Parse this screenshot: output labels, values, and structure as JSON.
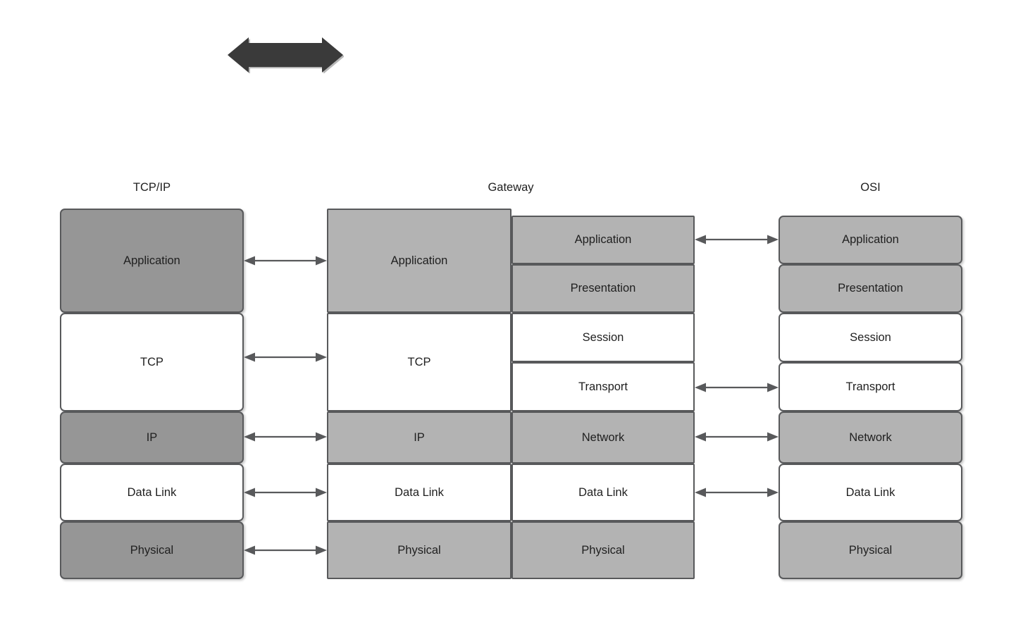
{
  "diagram": {
    "title_top_arrow": "double-headed-arrow",
    "colors": {
      "dark_gray": "#969696",
      "mid_gray": "#b3b3b3",
      "white": "#ffffff",
      "border": "#58595b",
      "arrow": "#58595b",
      "block_arrow": "#3a3a3a",
      "text": "#1f1f1f"
    }
  },
  "columns": {
    "tcpip": {
      "header": "TCP/IP",
      "layers": [
        {
          "label": "Application",
          "fill": "dark"
        },
        {
          "label": "TCP",
          "fill": "white"
        },
        {
          "label": "IP",
          "fill": "dark"
        },
        {
          "label": "Data Link",
          "fill": "white"
        },
        {
          "label": "Physical",
          "fill": "dark"
        }
      ]
    },
    "gateway": {
      "header": "Gateway",
      "left_layers": [
        {
          "label": "Application",
          "fill": "mid"
        },
        {
          "label": "TCP",
          "fill": "white"
        },
        {
          "label": "IP",
          "fill": "mid"
        },
        {
          "label": "Data Link",
          "fill": "white"
        },
        {
          "label": "Physical",
          "fill": "mid"
        }
      ],
      "right_layers": [
        {
          "label": "Application",
          "fill": "mid"
        },
        {
          "label": "Presentation",
          "fill": "mid"
        },
        {
          "label": "Session",
          "fill": "white"
        },
        {
          "label": "Transport",
          "fill": "white"
        },
        {
          "label": "Network",
          "fill": "mid"
        },
        {
          "label": "Data Link",
          "fill": "white"
        },
        {
          "label": "Physical",
          "fill": "mid"
        }
      ]
    },
    "osi": {
      "header": "OSI",
      "layers": [
        {
          "label": "Application",
          "fill": "mid"
        },
        {
          "label": "Presentation",
          "fill": "mid"
        },
        {
          "label": "Session",
          "fill": "white"
        },
        {
          "label": "Transport",
          "fill": "white"
        },
        {
          "label": "Network",
          "fill": "mid"
        },
        {
          "label": "Data Link",
          "fill": "white"
        },
        {
          "label": "Physical",
          "fill": "mid"
        }
      ]
    }
  },
  "connectors": {
    "tcpip_to_gateway": [
      {
        "from": "Application",
        "to": "Application"
      },
      {
        "from": "TCP",
        "to": "TCP"
      },
      {
        "from": "IP",
        "to": "IP"
      },
      {
        "from": "Data Link",
        "to": "Data Link"
      },
      {
        "from": "Physical",
        "to": "Physical"
      }
    ],
    "gateway_to_osi": [
      {
        "from": "Application",
        "to": "Application"
      },
      {
        "from": "Transport",
        "to": "Transport"
      },
      {
        "from": "Network",
        "to": "Network"
      },
      {
        "from": "Data Link",
        "to": "Data Link"
      }
    ]
  }
}
